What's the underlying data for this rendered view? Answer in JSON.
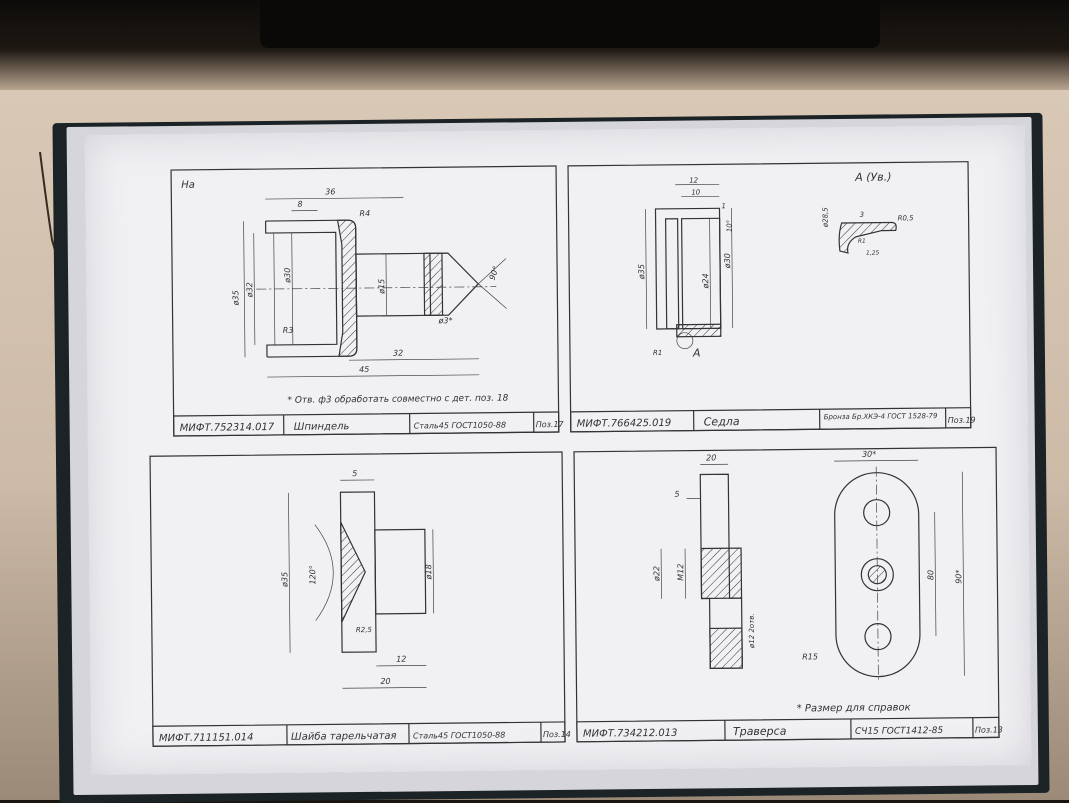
{
  "sheet": {
    "q1": {
      "corner_note": "Ha",
      "dims": [
        "36",
        "8",
        "R4",
        "ø35",
        "ø32",
        "ø30",
        "ø15",
        "90°",
        "R3",
        "ø3*",
        "32",
        "45"
      ],
      "note": "* Отв. ф3 обработать совместно с дет. поз. 18",
      "title_block": {
        "code": "МИФТ.752314.017",
        "name": "Шпиндель",
        "material": "Сталь45 ГОСТ1050-88",
        "pos": "Поз.17"
      }
    },
    "q2": {
      "dims": [
        "12",
        "10",
        "1",
        "10°",
        "ø35",
        "ø24",
        "ø30",
        "R1",
        "A",
        "A (Ув.)",
        "ø28,5",
        "3",
        "R0,5",
        "R1",
        "1,25"
      ],
      "title_block": {
        "code": "МИФТ.766425.019",
        "name": "Седла",
        "material": "Бронза Бр.ХКЭ-4\nГОСТ 1528-79",
        "pos": "Поз.19"
      }
    },
    "q3": {
      "dims": [
        "5",
        "ø35",
        "120°",
        "ø18",
        "R2,5",
        "12",
        "20"
      ],
      "title_block": {
        "code": "МИФТ.711151.014",
        "name": "Шайба тарельчатая",
        "material": "Сталь45 ГОСТ1050-88",
        "pos": "Поз.14"
      }
    },
    "q4": {
      "dims": [
        "20",
        "5",
        "ø22",
        "M12",
        "ø12\n2отв.",
        "30*",
        "80",
        "90*",
        "R15"
      ],
      "note": "* Размер для справок",
      "title_block": {
        "code": "МИФТ.734212.013",
        "name": "Траверса",
        "material": "СЧ15 ГОСТ1412-85",
        "pos": "Поз.13"
      }
    }
  },
  "colors": {
    "paper": "#f1f0f3",
    "ink": "#333333",
    "folder": "#1c2326"
  }
}
